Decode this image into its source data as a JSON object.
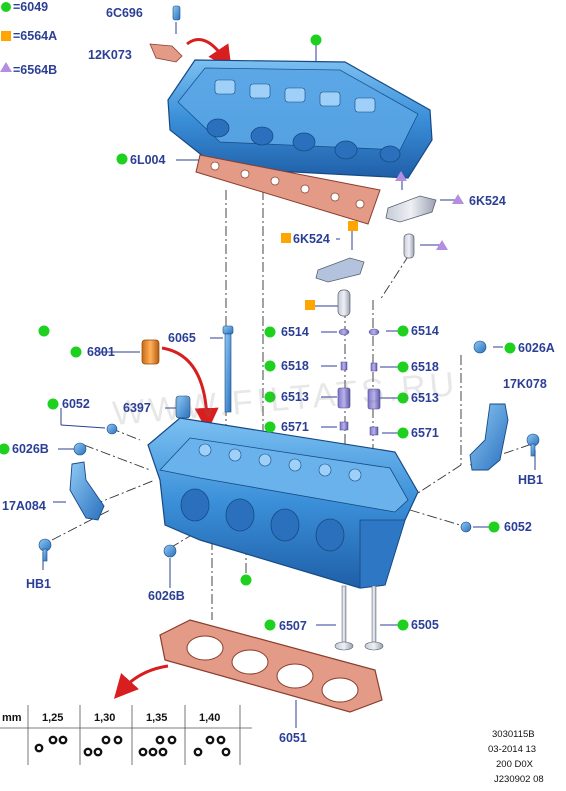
{
  "legend": [
    {
      "symbol": "green-dot",
      "text": "=6049"
    },
    {
      "symbol": "orange-square",
      "text": "=6564A"
    },
    {
      "symbol": "purple-triangle",
      "text": "=6564B"
    }
  ],
  "labels": {
    "l_6c696": "6C696",
    "l_12k073": "12K073",
    "l_6l004": "6L004",
    "l_6k524_right": "6K524",
    "l_6k524_left": "6K524",
    "l_6065": "6065",
    "l_6801": "6801",
    "l_6514_left": "6514",
    "l_6514_right": "6514",
    "l_6518_left": "6518",
    "l_6518_right": "6518",
    "l_6513_left": "6513",
    "l_6513_right": "6513",
    "l_6571_left": "6571",
    "l_6571_right": "6571",
    "l_6026a": "6026A",
    "l_17k078": "17K078",
    "l_6052_left": "6052",
    "l_6397": "6397",
    "l_6026b_left": "6026B",
    "l_hb1_right": "HB1",
    "l_17a084": "17A084",
    "l_6052_right": "6052",
    "l_hb1_left": "HB1",
    "l_6026b_bottom": "6026B",
    "l_6507": "6507",
    "l_6505": "6505",
    "l_6051": "6051"
  },
  "gasket_table": {
    "unit": "mm",
    "thicknesses": [
      "1,25",
      "1,30",
      "1,35",
      "1,40"
    ]
  },
  "watermark": "WWW.FILTATS.RU",
  "doc_meta": [
    "3030115B",
    "03-2014 13",
    "200 D0X",
    "J230902 08"
  ],
  "colors": {
    "label_blue": "#2b3f95",
    "part_blue": "#3a8fd8",
    "gasket_orange": "#d9846a",
    "arrow_red": "#d81e1e",
    "green_marker": "#1fd11f",
    "orange_marker": "#ffa500",
    "purple_marker": "#b48ee0"
  }
}
